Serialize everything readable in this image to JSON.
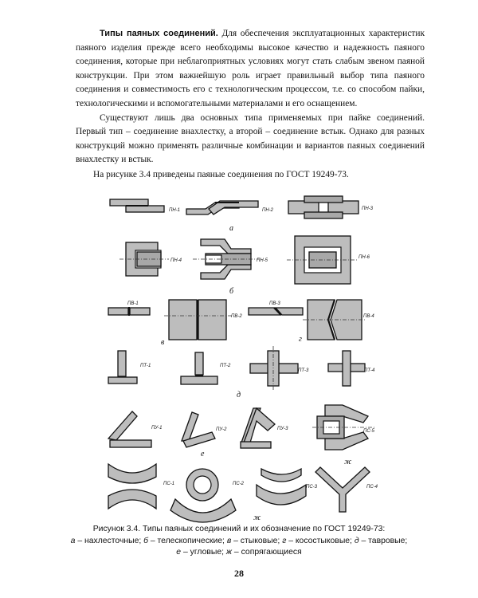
{
  "paragraph1": {
    "title": "Типы паяных соединений.",
    "body": " Для обеспечения эксплуатационных характеристик паяного изделия прежде всего необходимы высокое качество и надежность паяного соединения, которые при неблагоприятных условиях могут стать слабым звеном паяной конструкции. При этом важнейшую роль играет правильный выбор типа паяного соединения и совместимость его с технологическим процессом, т.е. со способом пайки, технологическими и вспомогательными материалами и его оснащением."
  },
  "paragraph2": "Существуют лишь два основных типа применяемых при пайке соединений. Первый тип – соединение внахлестку, а второй – соединение встык. Однако для разных конструкций можно применять различные комбинации и вариантов паяных соединений внахлестку и встык.",
  "paragraph3": "На рисунке 3.4 приведены паяные соединения по ГОСТ 19249-73.",
  "figure": {
    "labels": {
      "pn1": "ПН-1",
      "pn2": "ПН-2",
      "pn3": "ПН-3",
      "pn4": "ПН-4",
      "pn5": "ПН-5",
      "pn6": "ПН-6",
      "pv1": "ПВ-1",
      "pv2": "ПВ-2",
      "pv3": "ПВ-3",
      "pv4": "ПВ-4",
      "pt1": "ПТ-1",
      "pt2": "ПТ-2",
      "pt3": "ПТ-3",
      "pt4": "ПТ-4",
      "pu1": "ПУ-1",
      "pu2": "ПУ-2",
      "pu3": "ПУ-3",
      "ps5": "ПС-5",
      "ps1": "ПС-1",
      "ps2": "ПС-2",
      "ps3": "ПС-3",
      "ps4": "ПС-4"
    },
    "sub": {
      "a": "а",
      "b": "б",
      "v": "в",
      "g": "г",
      "d": "д",
      "e": "е",
      "zh1": "ж",
      "zh2": "ж"
    }
  },
  "caption": {
    "line1": "Рисунок 3.4. Типы паяных соединений и их обозначение по ГОСТ 19249-73:",
    "a_key": "а",
    "a_text": " – нахлесточные; ",
    "b_key": "б",
    "b_text": " – телескопические; ",
    "v_key": "в",
    "v_text": " – стыковые; ",
    "g_key": "г",
    "g_text": " – косостыковые; ",
    "d_key": "д",
    "d_text": " – тавровые;",
    "e_key": "е",
    "e_text": " – угловые; ",
    "zh_key": "ж",
    "zh_text": " – сопрягающиеся"
  },
  "page_number": "28"
}
